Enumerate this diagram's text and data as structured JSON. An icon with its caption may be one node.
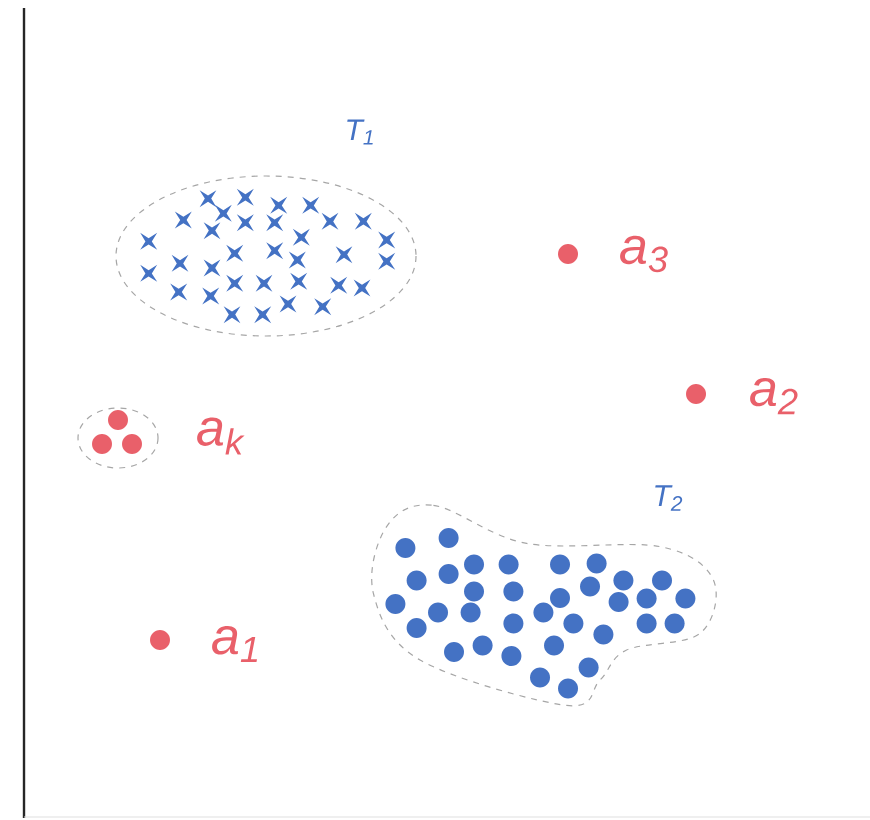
{
  "diagram": {
    "nodes": [
      {
        "text": [
          "T$_{1}$"
        ]
      },
      {
        "text": [
          "a$_{3}$"
        ]
      },
      {
        "text": [
          "a$_{2}$"
        ]
      },
      {
        "text": [
          "a$_{k}$"
        ]
      },
      {
        "text": [
          "T$_{2}$"
        ]
      },
      {
        "text": [
          "a$_{1}$"
        ]
      }
    ]
  }
}
